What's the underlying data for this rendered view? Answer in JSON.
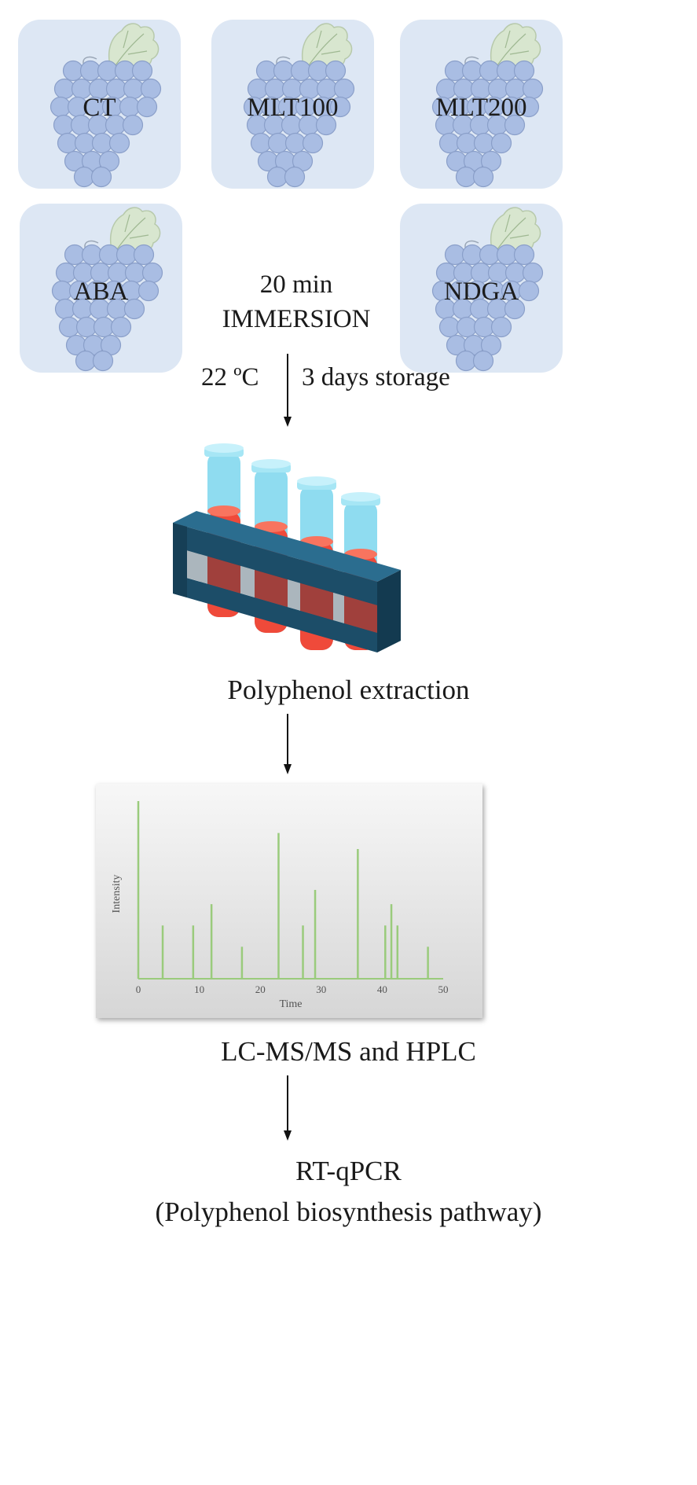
{
  "treatments": [
    {
      "id": "ct",
      "label": "CT"
    },
    {
      "id": "mlt100",
      "label": "MLT100"
    },
    {
      "id": "mlt200",
      "label": "MLT200"
    },
    {
      "id": "aba",
      "label": "ABA"
    },
    {
      "id": "ndga",
      "label": "NDGA"
    }
  ],
  "immersion": {
    "line1": "20 min",
    "line2": "IMMERSION"
  },
  "storage": {
    "left": "22 ºC",
    "right": "3 days storage"
  },
  "steps": {
    "extraction": "Polyphenol extraction",
    "analysis": "LC-MS/MS and HPLC",
    "final_line1": "RT-qPCR",
    "final_line2": "(Polyphenol biosynthesis pathway)"
  },
  "colors": {
    "card_bg": "#dde7f4",
    "grape": "#a9bde3",
    "leaf": "#d8e6cf",
    "rack": "#1c4d68",
    "tube_glass": "#8fdcf0",
    "tube_liquid": "#ef4a3a",
    "chart_line": "#9acb7c"
  },
  "chart_data": {
    "type": "bar",
    "xlabel": "Time",
    "ylabel": "Intensity",
    "xlim": [
      0,
      50
    ],
    "ylim": [
      0,
      100
    ],
    "xticks": [
      0,
      10,
      20,
      30,
      40,
      50
    ],
    "x": [
      0,
      4,
      9,
      12,
      17,
      23,
      27,
      29,
      36,
      40.5,
      41.5,
      42.5,
      47.5
    ],
    "values": [
      100,
      30,
      30,
      42,
      18,
      82,
      30,
      50,
      73,
      30,
      42,
      30,
      18
    ]
  }
}
